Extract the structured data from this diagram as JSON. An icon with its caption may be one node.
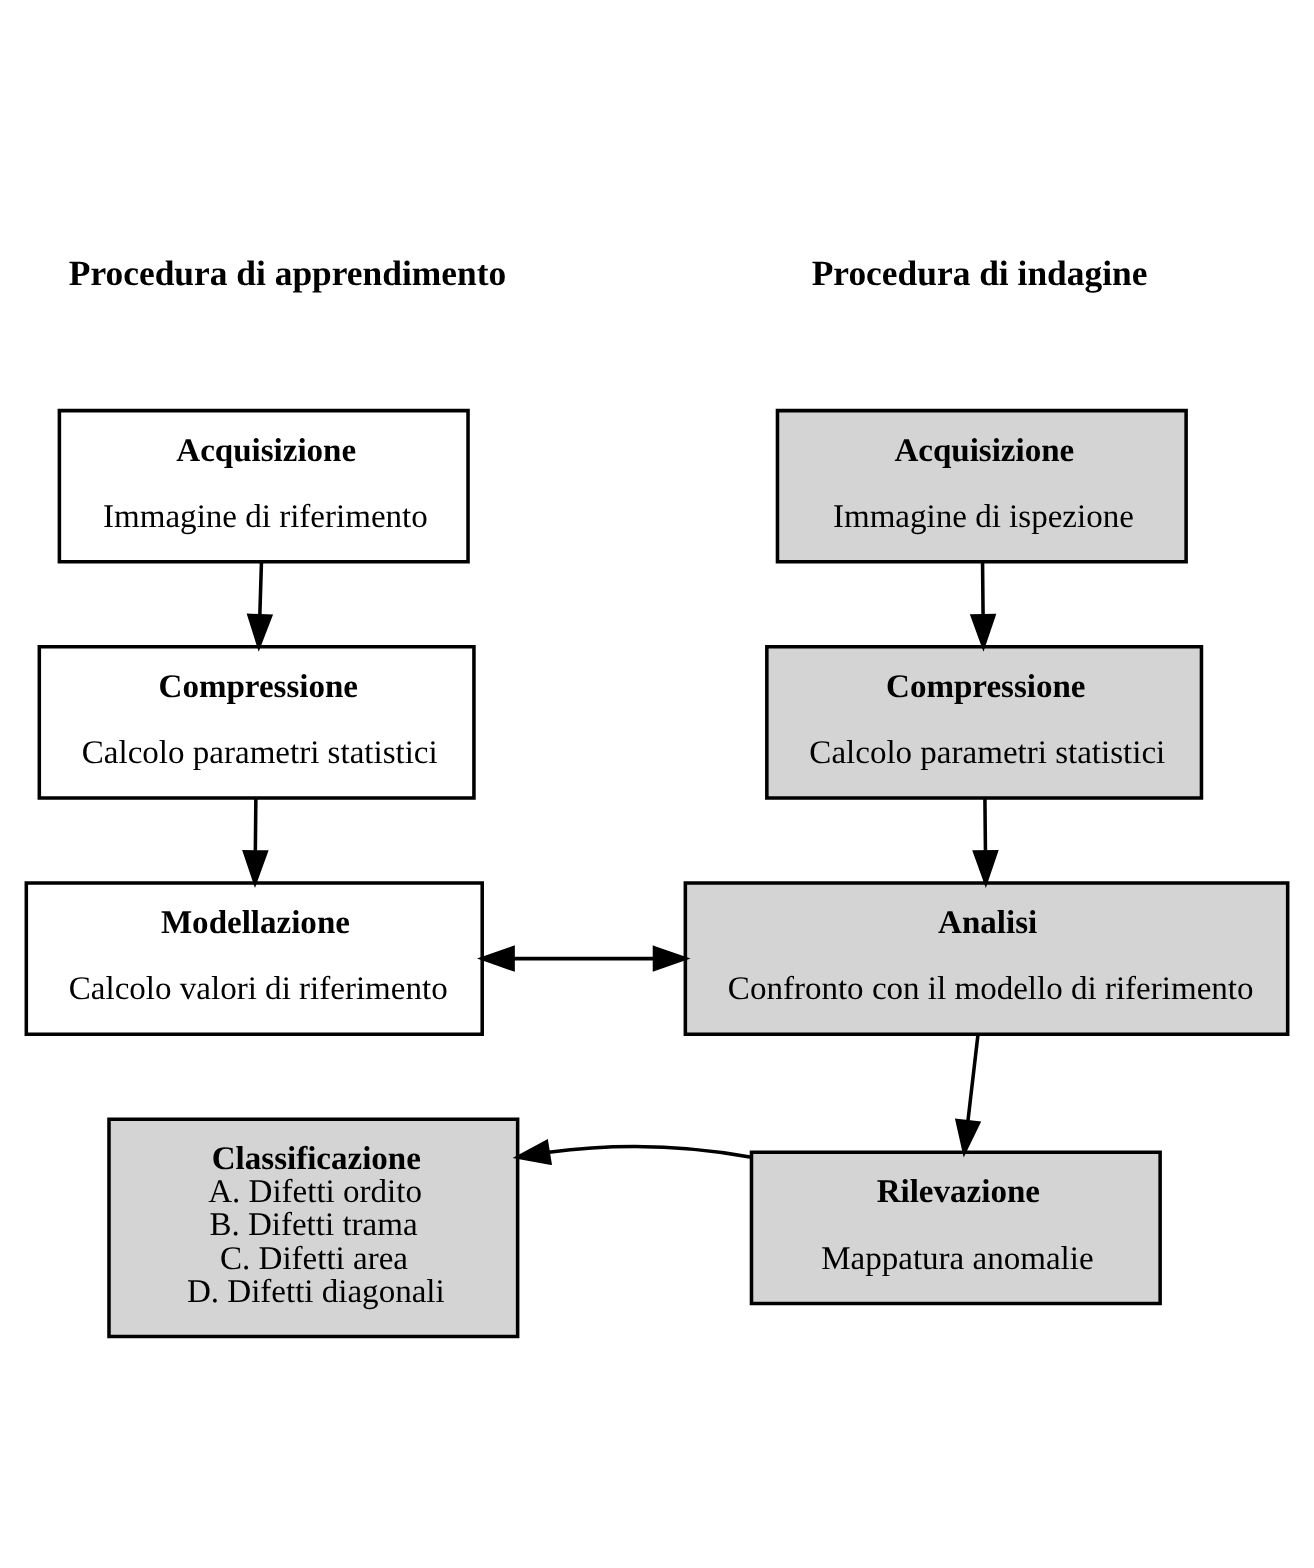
{
  "diagram": {
    "nodes": [
      {
        "text": [
          "Acquisizione",
          "Immagine di riferimento"
        ]
      },
      {
        "text": [
          "Compressione",
          "Calcolo parametri statistici"
        ]
      },
      {
        "text": [
          "Modellazione",
          "Calcolo valori di riferimento"
        ]
      },
      {
        "text": [
          "Acquisizione",
          "Immagine di ispezione"
        ]
      },
      {
        "text": [
          "Compressione",
          "Calcolo parametri statistici"
        ]
      },
      {
        "text": [
          "Analisi",
          "Confronto con il modello di riferimento"
        ]
      },
      {
        "text": [
          "Rilevazione",
          "Mappatura anomalie"
        ]
      },
      {
        "text": [
          "Classificazione",
          "A. Difetti ordito",
          "B. Difetti trama",
          "C. Difetti area",
          "D. Difetti diagonali"
        ]
      }
    ],
    "edges": [
      {
        "from": 0,
        "to": 1,
        "arrow": "to"
      },
      {
        "from": 1,
        "to": 2,
        "arrow": "to"
      },
      {
        "from": 2,
        "to": 5,
        "arrow": "both"
      },
      {
        "from": 3,
        "to": 4,
        "arrow": "to"
      },
      {
        "from": 4,
        "to": 5,
        "arrow": "to"
      },
      {
        "from": 5,
        "to": 6,
        "arrow": "to"
      },
      {
        "from": 6,
        "to": 7,
        "arrow": "to"
      }
    ],
    "labels": [
      "Procedura di apprendimento",
      "Procedura di indagine"
    ]
  }
}
